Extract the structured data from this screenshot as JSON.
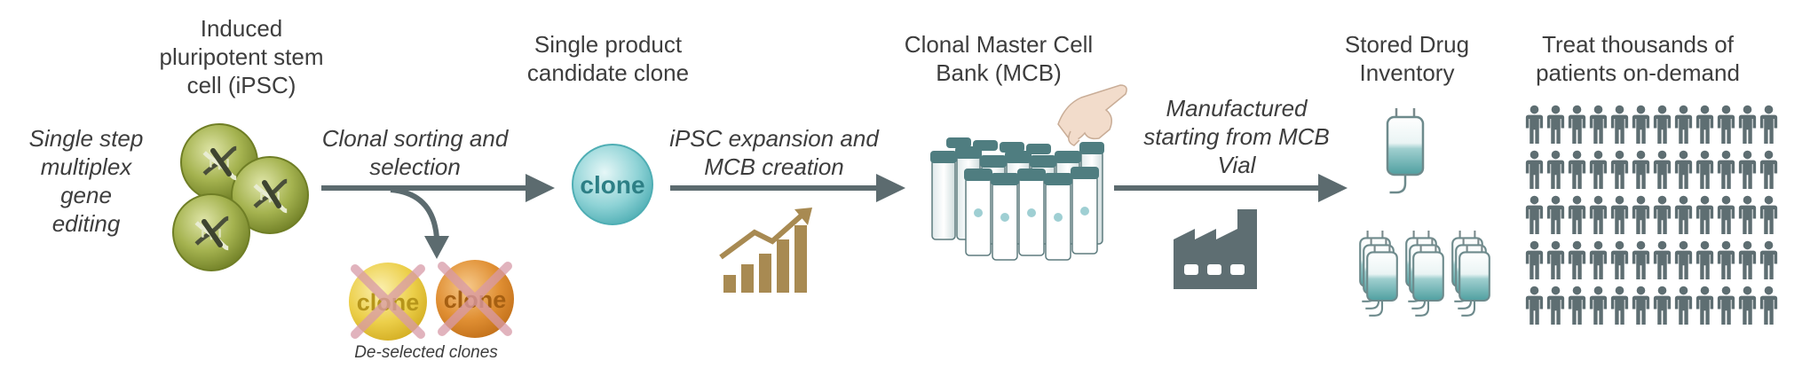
{
  "labels": {
    "ipsc_title": "Induced pluripotent stem cell (iPSC)",
    "gene_editing": "Single step multiplex gene editing",
    "clonal_sorting": "Clonal sorting and selection",
    "candidate_clone": "Single product candidate clone",
    "deselected": "De-selected clones",
    "expansion": "iPSC expansion and MCB creation",
    "master_bank": "Clonal Master Cell Bank (MCB)",
    "manufactured": "Manufactured starting from MCB Vial",
    "stored_drug": "Stored Drug Inventory",
    "treat": "Treat thousands of patients on-demand",
    "clone_word": "clone"
  },
  "colors": {
    "arrow": "#5c6b6f",
    "ipsc_green": "#8a9a3a",
    "clone_teal": "#6cc3c8",
    "deselect_yellow": "#e8c73c",
    "deselect_orange": "#dc8b2a",
    "cross_pink": "#d89aa8",
    "chart_tan": "#a88a52",
    "vial_teal": "#4f7d80",
    "bag_teal": "#5aa9aa",
    "people": "#5e6e72"
  },
  "icons": [
    "dna-icon",
    "growth-chart-icon",
    "vial-rack-icon",
    "gloved-hand-icon",
    "factory-icon",
    "iv-bag-icon",
    "person-icon"
  ],
  "people_grid": {
    "rows": 5,
    "cols": 12
  }
}
